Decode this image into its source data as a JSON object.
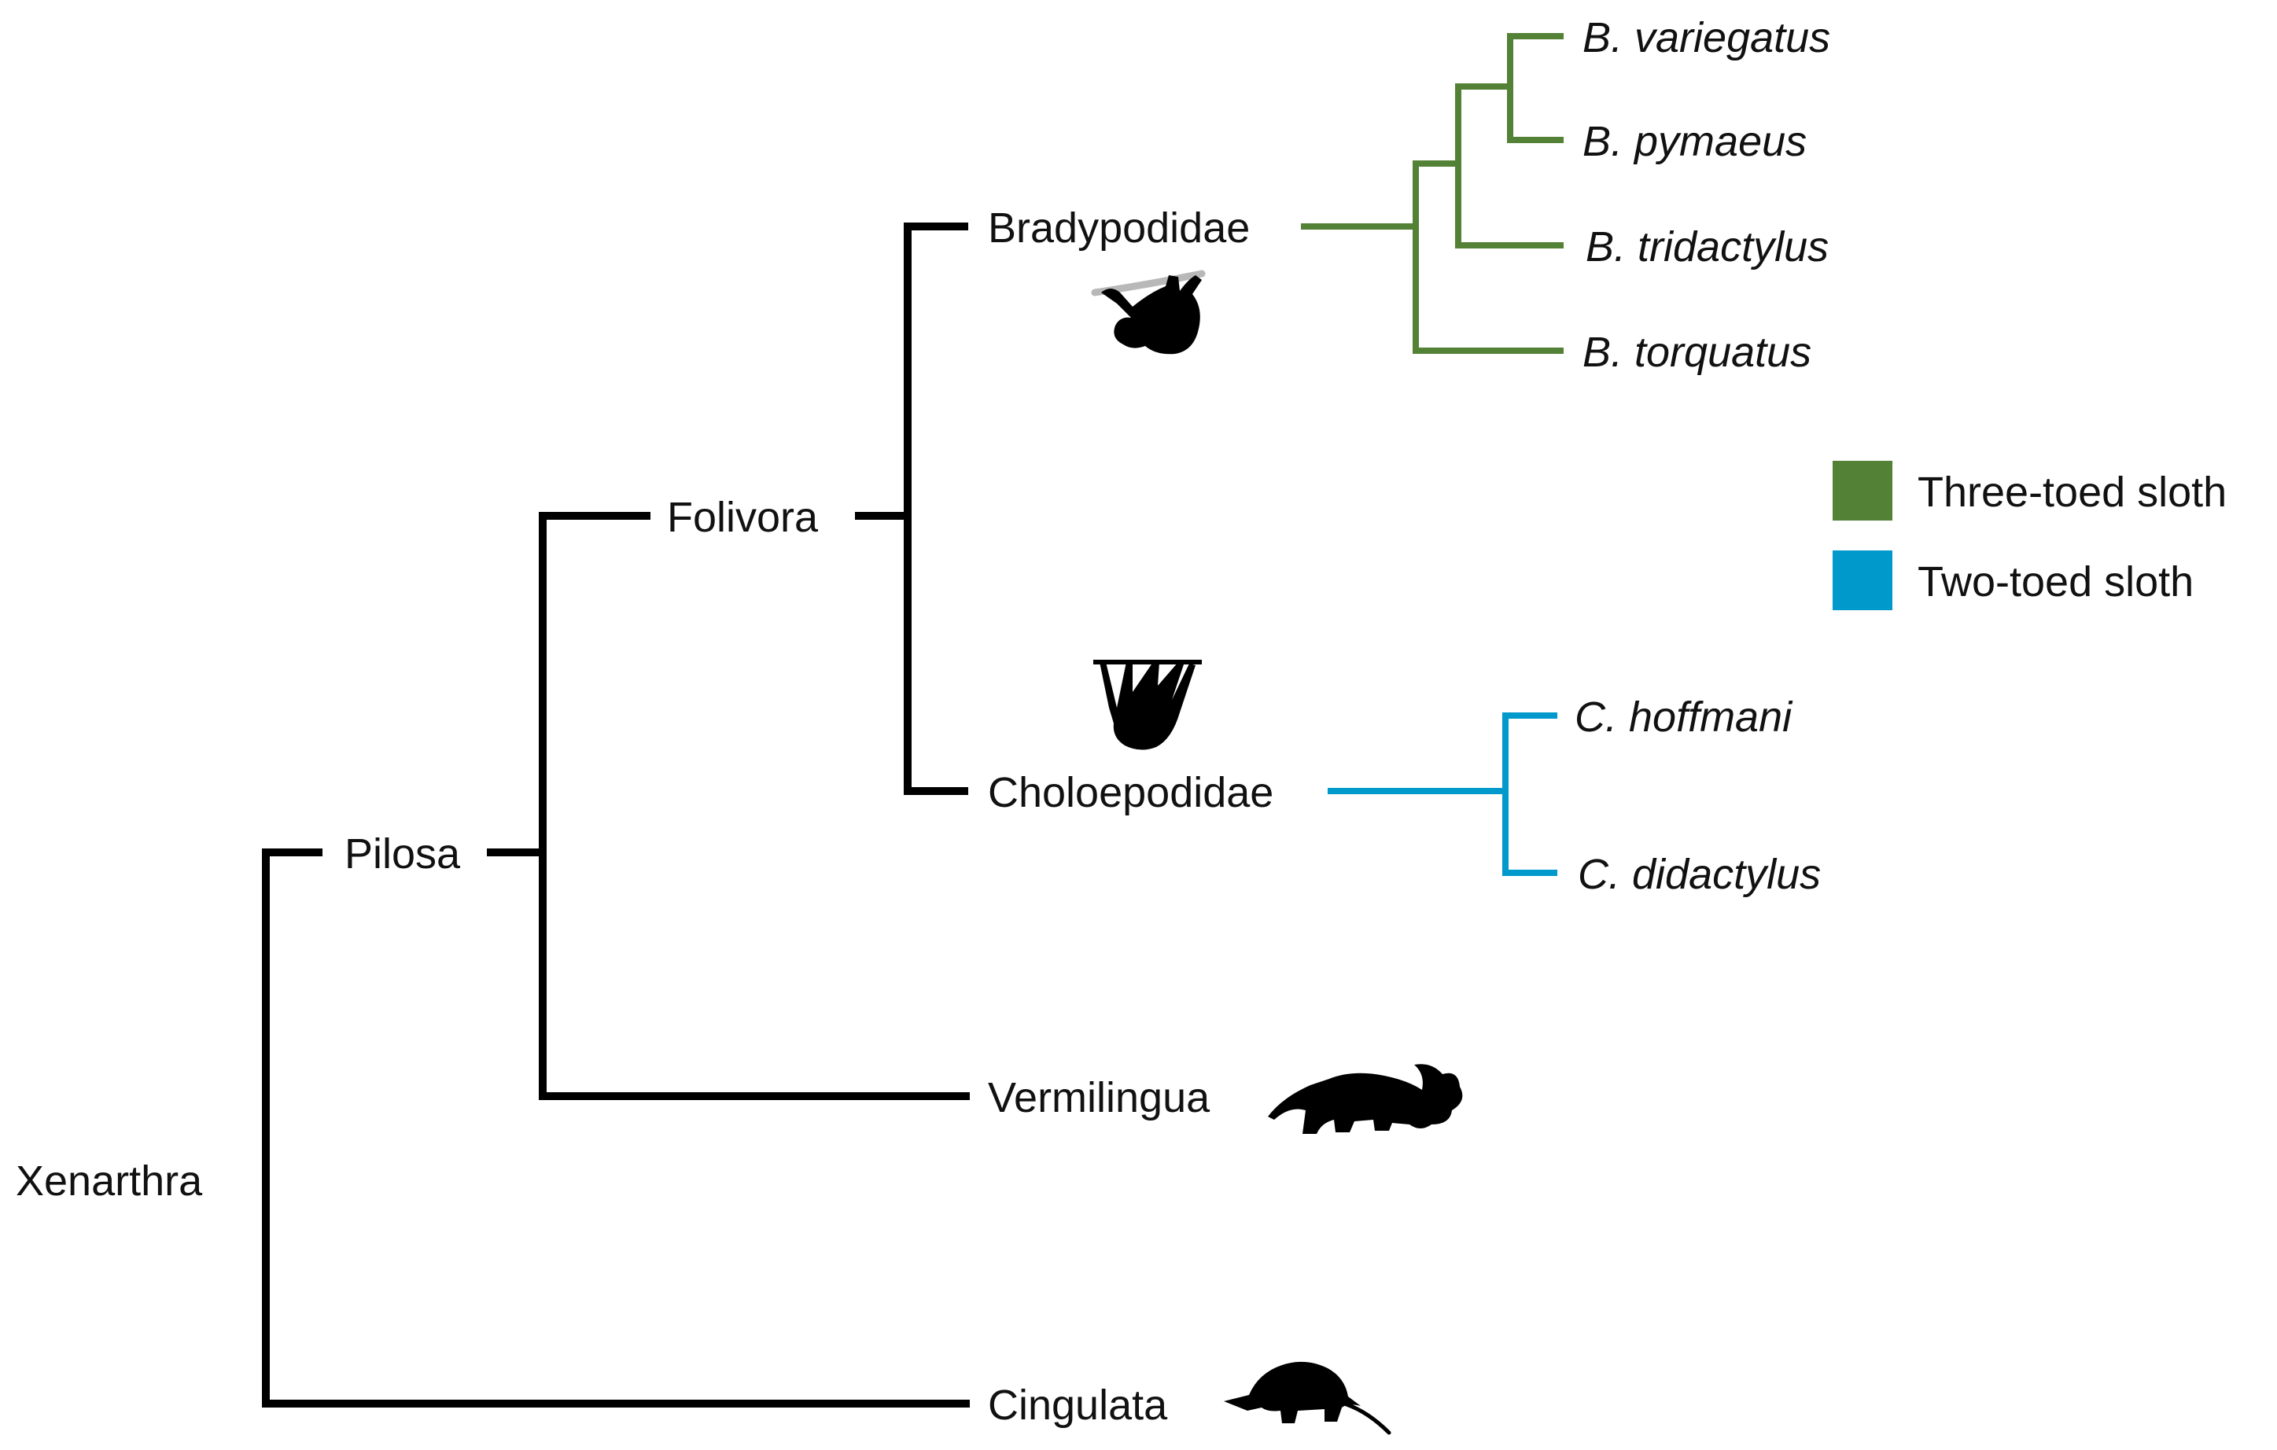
{
  "colors": {
    "three_toed": "#538135",
    "two_toed": "#0099cc",
    "backbone": "#000000"
  },
  "clades": {
    "xenarthra": "Xenarthra",
    "pilosa": "Pilosa",
    "folivora": "Folivora",
    "bradypodidae": "Bradypodidae",
    "choloepodidae": "Choloepodidae",
    "vermilingua": "Vermilingua",
    "cingulata": "Cingulata"
  },
  "species": {
    "variegatus": "B. variegatus",
    "pymaeus": "B. pymaeus",
    "tridactylus": "B. tridactylus",
    "torquatus": "B. torquatus",
    "hoffmani": "C. hoffmani",
    "didactylus": "C. didactylus"
  },
  "legend": {
    "items": [
      {
        "label": "Three-toed sloth",
        "color": "#538135"
      },
      {
        "label": "Two-toed sloth",
        "color": "#0099cc"
      }
    ]
  },
  "icons": {
    "three_toed": "three-toed-sloth-silhouette",
    "two_toed": "two-toed-sloth-silhouette",
    "anteater": "anteater-silhouette",
    "armadillo": "armadillo-silhouette"
  }
}
